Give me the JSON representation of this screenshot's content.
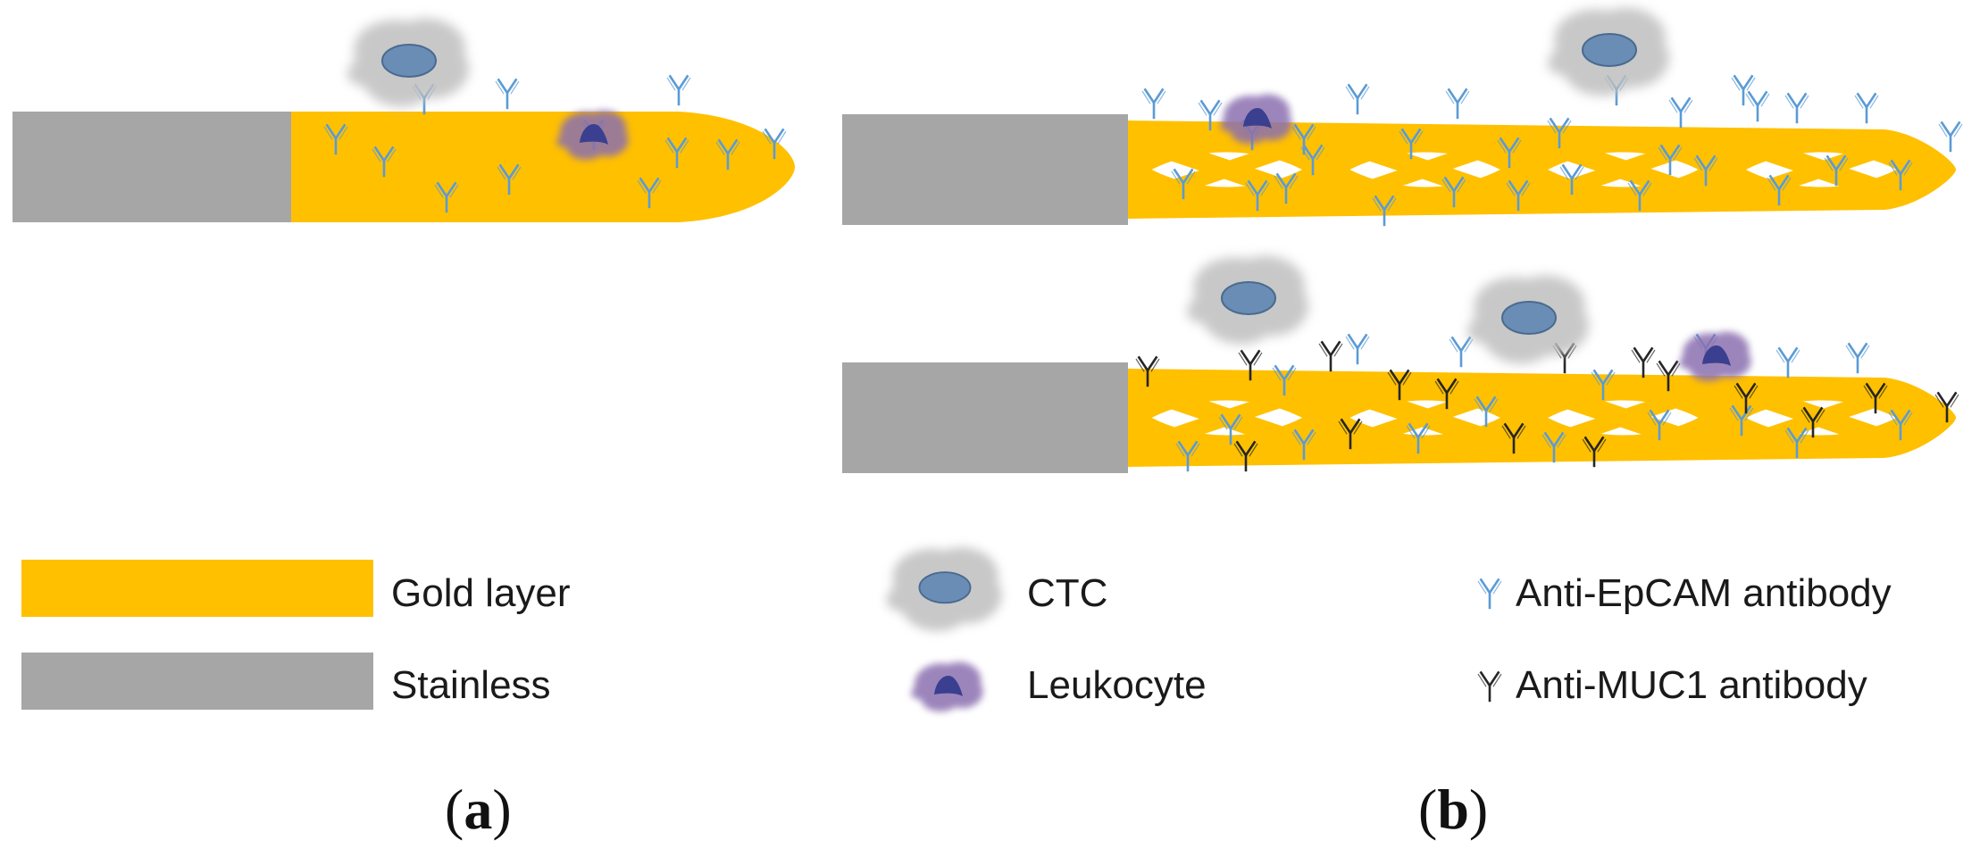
{
  "colors": {
    "gold": "#FFC000",
    "stainless": "#A6A6A6",
    "ctc_body": "#BFBFBF",
    "ctc_nucleus": "#6A8DB5",
    "leukocyte_body": "#8B6FB0",
    "leukocyte_nucleus": "#3B3F8F",
    "anti_epcam": "#5B9BD5",
    "anti_muc1": "#262626"
  },
  "legend": {
    "gold_layer": "Gold layer",
    "stainless": "Stainless",
    "ctc": "CTC",
    "leukocyte": "Leukocyte",
    "anti_epcam": "Anti-EpCAM antibody",
    "anti_muc1": "Anti-MUC1 antibody"
  },
  "panels": {
    "a": {
      "open": "(",
      "letter": "a",
      "close": ")"
    },
    "b": {
      "open": "(",
      "letter": "b",
      "close": ")"
    }
  },
  "icons": {
    "cell": "ctc-icon",
    "leuko": "leukocyte-icon",
    "antibody": "antibody-y-icon"
  }
}
